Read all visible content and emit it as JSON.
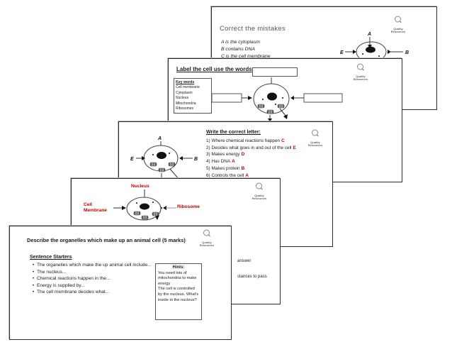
{
  "accent_red": "#c00000",
  "logo": {
    "line1": "Quality",
    "line2": "Resources"
  },
  "page1": {
    "title": "Correct the mistakes",
    "lines": [
      "A is the cytoplasm",
      "B contains DNA",
      "C is the cell membrane"
    ],
    "labels": {
      "a": "A",
      "b": "B",
      "e": "E"
    }
  },
  "page2": {
    "title": "Label the cell use the words",
    "keywords": {
      "header": "Key words",
      "items": [
        "Cell membrane",
        "Cytoplasm",
        "Nucleus",
        "Mitochondria",
        "Ribosomes"
      ]
    }
  },
  "page3": {
    "title": "Write the correct letter:",
    "questions": [
      {
        "text": "1) Where chemical reactions happen",
        "answer": "C"
      },
      {
        "text": "2) Decides what goes in and out of the cell",
        "answer": "E"
      },
      {
        "text": "3) Makes energy",
        "answer": "D"
      },
      {
        "text": "4) Has DNA",
        "answer": "A"
      },
      {
        "text": "5) Makes protein",
        "answer": "B"
      },
      {
        "text": "6) Controls the cell",
        "answer": "A"
      }
    ],
    "labels": {
      "a": "A",
      "b": "B",
      "e": "E"
    }
  },
  "page4": {
    "labels": {
      "nucleus": "Nucleus",
      "cell_membrane_1": "Cell",
      "cell_membrane_2": "Membrane",
      "ribosome": "Ribosome"
    },
    "fragments": [
      "answer",
      "stances to pass"
    ]
  },
  "page5": {
    "title": "Describe the organelles which make up an animal cell (5 marks)",
    "sentence_starters": {
      "header": "Sentence Starters",
      "items": [
        "The organelles which make the up animal cell include...",
        "The nucleus...",
        "Chemical reactions happen in the...",
        "Energy is supplied by...",
        "The cell membrane decides what..."
      ]
    },
    "hints": {
      "header": "Hints:",
      "lines": [
        "You need lots of mitochondria to make energy",
        "The cell is controlled by the nucleus. What's inside in the nucleus?"
      ]
    }
  }
}
